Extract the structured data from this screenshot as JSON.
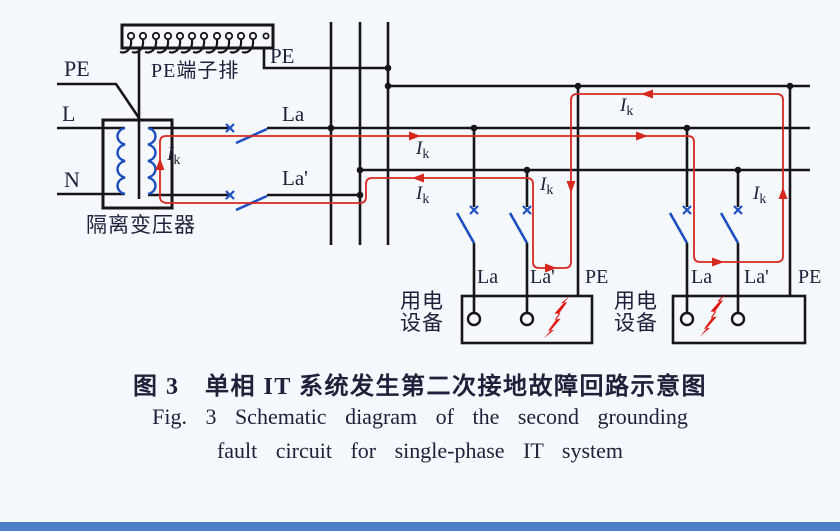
{
  "colors": {
    "wire": "#18141a",
    "fault_red": "#d6281f",
    "switch_blue": "#1d4fc0",
    "text_navy": "#20203a",
    "background": "#f5f8fc",
    "bottom_bar_blue": "#4e7fc9"
  },
  "schematic": {
    "left_labels": {
      "pe": "PE",
      "l": "L",
      "n": "N"
    },
    "pe_terminal_strip": {
      "label": "PE端子排",
      "pe_tap_label": "PE"
    },
    "transformer_label": "隔离变压器",
    "feeder_labels": {
      "la": "La",
      "la_prime": "La'"
    },
    "current_symbol": {
      "base": "I",
      "sub": "k"
    },
    "equipment": [
      {
        "name_line1": "用电",
        "name_line2": "设备",
        "terminals": [
          "La",
          "La'",
          "PE"
        ]
      },
      {
        "name_line1": "用电",
        "name_line2": "设备",
        "terminals": [
          "La",
          "La'",
          "PE"
        ]
      }
    ]
  },
  "caption": {
    "zh": "图 3　单相 IT 系统发生第二次接地故障回路示意图",
    "en_line1": "Fig. 3   Schematic diagram of the second grounding",
    "en_line2": "fault circuit for single-phase IT system"
  }
}
